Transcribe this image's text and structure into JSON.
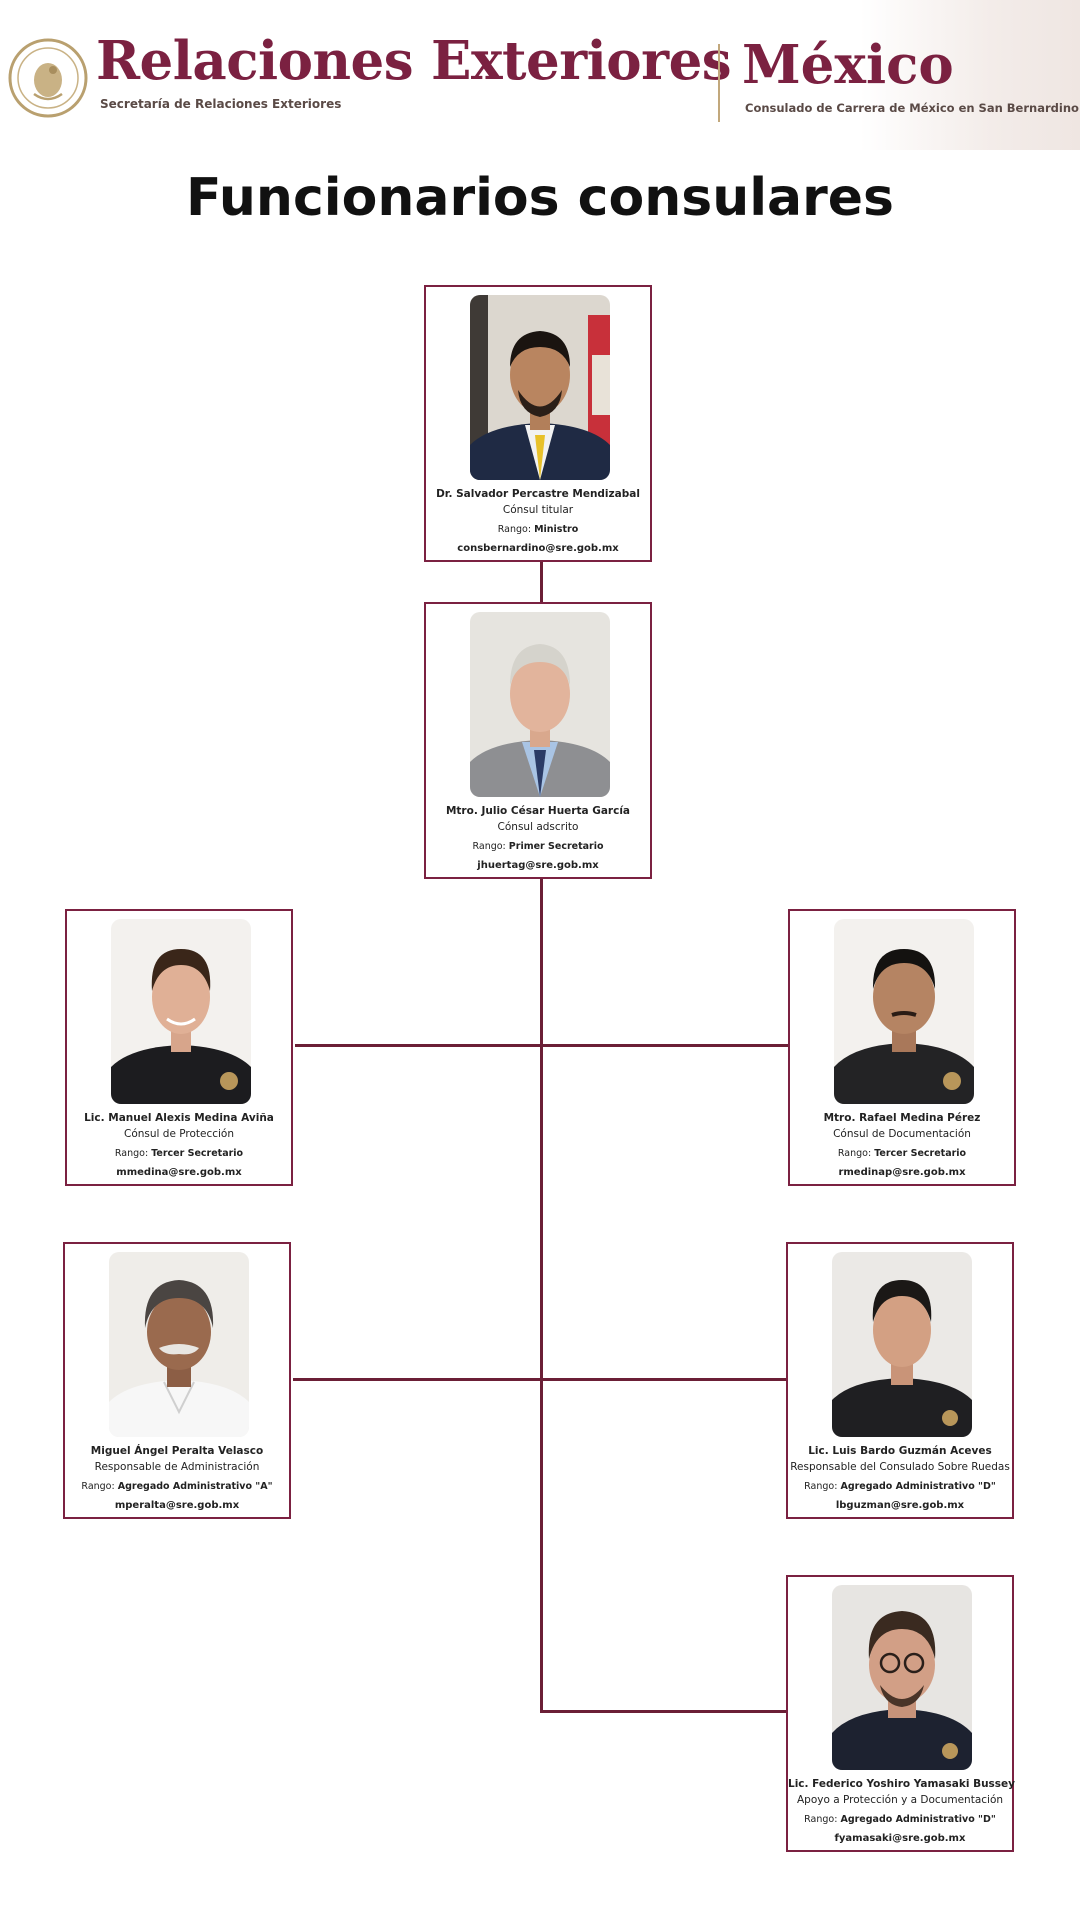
{
  "header": {
    "brand_title": "Relaciones Exteriores",
    "brand_subtitle": "Secretaría de Relaciones Exteriores",
    "country": "México",
    "consulate": "Consulado de Carrera de México en San Bernardino"
  },
  "title": "Funcionarios consulares",
  "colors": {
    "accent": "#7b2141",
    "connector": "#6b1f36",
    "gold": "#c2a87c"
  },
  "officials": [
    {
      "name": "Dr. Salvador Percastre Mendizabal",
      "role": "Cónsul titular",
      "rank_label": "Rango:",
      "rank": "Ministro",
      "email": "consbernardino@sre.gob.mx"
    },
    {
      "name": "Mtro. Julio César Huerta García",
      "role": "Cónsul adscrito",
      "rank_label": "Rango:",
      "rank": "Primer Secretario",
      "email": "jhuertag@sre.gob.mx"
    },
    {
      "name": "Lic. Manuel Alexis Medina Aviña",
      "role": "Cónsul de Protección",
      "rank_label": "Rango:",
      "rank": "Tercer Secretario",
      "email": "mmedina@sre.gob.mx"
    },
    {
      "name": "Mtro. Rafael Medina Pérez",
      "role": "Cónsul de Documentación",
      "rank_label": "Rango:",
      "rank": "Tercer Secretario",
      "email": "rmedinap@sre.gob.mx"
    },
    {
      "name": "Miguel Ángel Peralta Velasco",
      "role": "Responsable de Administración",
      "rank_label": "Rango:",
      "rank": "Agregado Administrativo \"A\"",
      "email": "mperalta@sre.gob.mx"
    },
    {
      "name": "Lic. Luis Bardo Guzmán Aceves",
      "role": "Responsable del Consulado Sobre Ruedas",
      "rank_label": "Rango:",
      "rank": "Agregado Administrativo \"D\"",
      "email": "lbguzman@sre.gob.mx"
    },
    {
      "name": "Lic. Federico Yoshiro Yamasaki Bussey",
      "role": "Apoyo a Protección y a Documentación",
      "rank_label": "Rango:",
      "rank": "Agregado Administrativo \"D\"",
      "email": "fyamasaki@sre.gob.mx"
    }
  ]
}
